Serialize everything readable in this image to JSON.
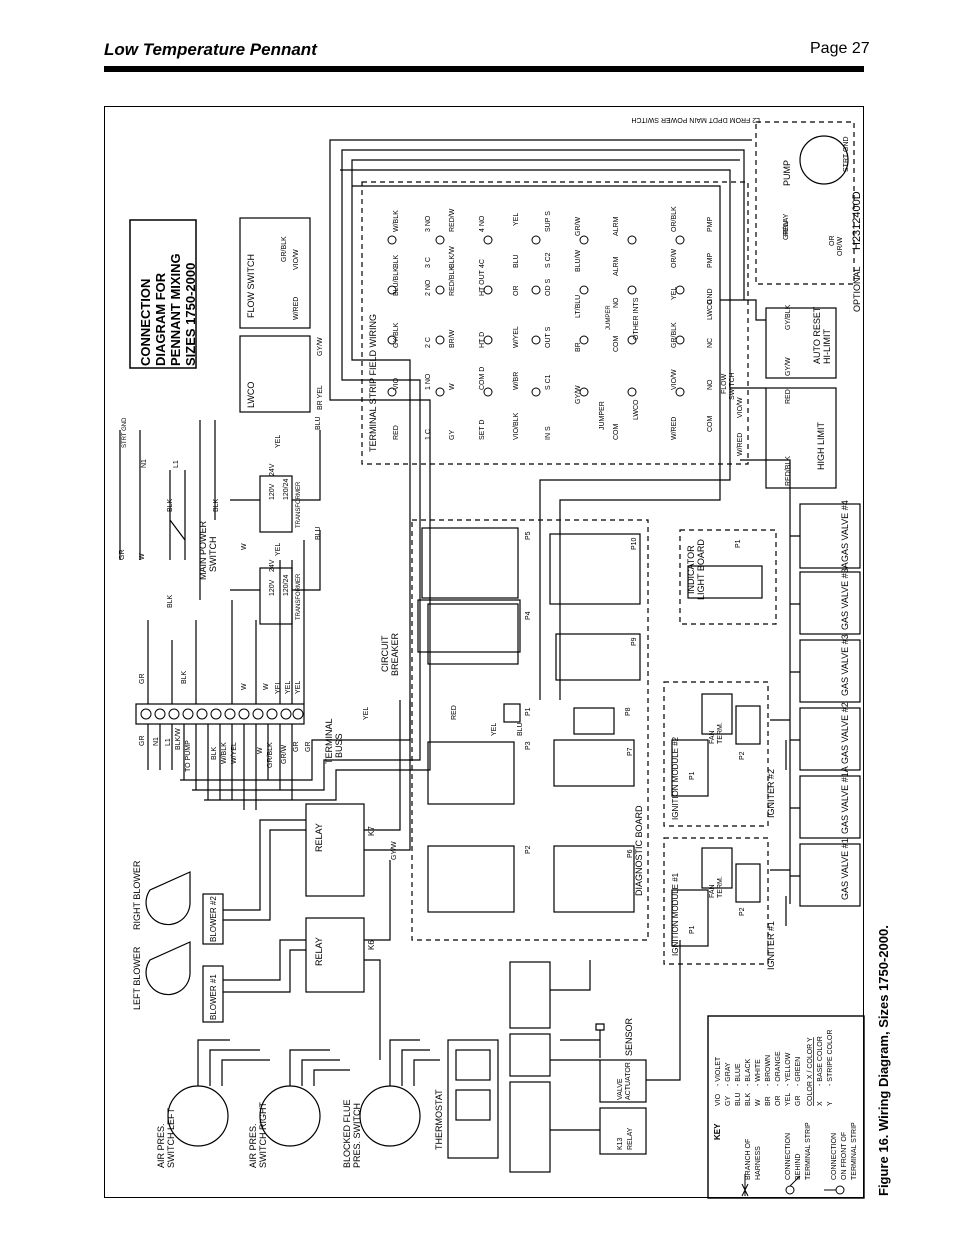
{
  "header": {
    "title": "Low Temperature Pennant",
    "page": "Page 27"
  },
  "figure": {
    "caption": "Figure 16.  Wiring Diagram, Sizes 1750-2000.",
    "doc_number": "H2312400D",
    "connection_title": [
      "CONNECTION",
      "DIAGRAM FOR",
      "PENNANT MIXING",
      "SIZES 1750-2000"
    ]
  },
  "components": {
    "flow_switch": "FLOW SWITCH",
    "lwco": "LWCO",
    "terminal_strip": "TERMINAL STRIP FIELD WIRING",
    "auto_reset": [
      "AUTO RESET",
      "HI-LIMIT"
    ],
    "high_limit": "HIGH LIMIT",
    "pump": "PUMP",
    "relay": "RELAY",
    "optional": "OPTIONAL",
    "strt_gnd": "STRT GND",
    "l2_note": "L2 FROM DPDT MAIN POWER SWITCH",
    "main_power": [
      "MAIN POWER",
      "SWITCH"
    ],
    "transformer": "TRANSFORMER",
    "circuit_breaker": [
      "CIRCUIT",
      "BREAKER"
    ],
    "terminal_buss": [
      "TERMINAL",
      "BUSS"
    ],
    "indicator_light_board": [
      "INDICATOR",
      "LIGHT BOARD"
    ],
    "diagnostic_board": "DIAGNOSTIC BOARD",
    "ignition_module_1": "IGNITION MODULE #1",
    "ignition_module_2": "IGNITION MODULE #2",
    "igniter_1": "IGNITER #1",
    "igniter_2": "IGNITER #2",
    "fan_term": [
      "FAN",
      "TERM."
    ],
    "gas_valves": [
      "GAS VALVE #1",
      "GAS VALVE #1A",
      "GAS VALVE #2",
      "GAS VALVE #3",
      "GAS VALVE #3A",
      "GAS VALVE #4"
    ],
    "left_blower": "LEFT BLOWER",
    "right_blower": "RIGHT BLOWER",
    "blower_1": "BLOWER #1",
    "blower_2": "BLOWER #2",
    "relay_k6": "K6",
    "relay_k7": "K7",
    "air_pres_left": [
      "AIR PRES.",
      "SWITCH LEFT"
    ],
    "air_pres_right": [
      "AIR PRES.",
      "SWITCH RIGHT"
    ],
    "blocked_flue": [
      "BLOCKED FLUE",
      "PRES. SWITCH"
    ],
    "thermostat": "THERMOSTAT",
    "sensor": "SENSOR",
    "valve_actuator": [
      "VALVE",
      "ACTUATOR"
    ],
    "k13_relay": [
      "K13",
      "RELAY"
    ]
  },
  "terminal_strip": {
    "row1_wires": [
      "RED",
      "VIO",
      "GY/BLK",
      "BLU/BLK",
      "BLK",
      "W/BLK"
    ],
    "row1_terms": [
      "1 C",
      "1 NO",
      "2 C",
      "2 NO",
      "3 C",
      "3 NO"
    ],
    "row2_wires": [
      "GY",
      "W",
      "BR/W",
      "RED/BLK",
      "BLK/W",
      "RED/W"
    ],
    "row2_terms": [
      "SET D",
      "COM D",
      "HT D",
      "HT OUT",
      "4C",
      "4 NO"
    ],
    "row3_wires": [
      "VIO/BLK",
      "W/BR",
      "W/YEL",
      "OR",
      "BLU",
      "YEL"
    ],
    "row3_terms": [
      "IN S",
      "S C1",
      "OUT S",
      "OD S",
      "S C2",
      "SUP S"
    ],
    "row4_wires": [
      "GY/W",
      "BR",
      "LT/BLU",
      "BLU/W",
      "GR/W"
    ],
    "row4_terms": [
      "COM",
      "COM",
      "NO",
      "ALRM",
      "ALRM"
    ],
    "row5_wires": [
      "W/RED",
      "VIO/W",
      "GR/BLK",
      "YEL",
      "OR/W",
      "OR/BLK"
    ],
    "row5_terms": [
      "COM",
      "NO",
      "NC",
      "GND",
      "PMP",
      "PMP"
    ],
    "row4_labels": [
      "JUMPER",
      "LWCO",
      "OTHER INTS",
      "JUMPER"
    ],
    "row5_labels": [
      "FLOW",
      "SWITCH",
      "LWCO",
      "W/RED",
      "VIO/W"
    ]
  },
  "terminal_buss": {
    "wires_top": [
      "GR",
      "BLK",
      "W",
      "W",
      "YEL",
      "YEL",
      "YEL"
    ],
    "wires_bottom": [
      "GR",
      "N1",
      "L1",
      "BLK/W",
      "BLK",
      "W/BLK",
      "W/YEL",
      "W",
      "GR/BLK",
      "GR/W",
      "GR",
      "GR"
    ],
    "pump_label": "TO PUMP"
  },
  "key": {
    "title": "KEY",
    "legend": [
      [
        "VIO",
        "- VIOLET"
      ],
      [
        "GY",
        "- GRAY"
      ],
      [
        "BLU",
        "- BLUE"
      ],
      [
        "BLK",
        "- BLACK"
      ],
      [
        "W",
        "- WHITE"
      ],
      [
        "BR",
        "- BROWN"
      ],
      [
        "OR",
        "- ORANGE"
      ],
      [
        "YEL",
        "- YELLOW"
      ],
      [
        "GR",
        "- GREEN"
      ]
    ],
    "color_xy": "COLOR X / COLOR Y",
    "base": [
      "X",
      "- BASE COLOR"
    ],
    "stripe": [
      "Y",
      "- STRIPE COLOR"
    ],
    "symbols": [
      [
        "BRANCH OF",
        "HARNESS"
      ],
      [
        "CONNECTION",
        "BEHIND",
        "TERMINAL STRIP"
      ],
      [
        "CONNECTION",
        "ON FRONT OF",
        "TERMINAL STRIP"
      ]
    ]
  },
  "wire_labels": {
    "transformer_upper": [
      "120V",
      "24V",
      "120/24",
      "YEL",
      "BLU"
    ],
    "transformer_lower": [
      "120V",
      "24V",
      "120/24",
      "YEL",
      "BLU"
    ],
    "main_lines": [
      "GR",
      "W",
      "BLK",
      "N1",
      "L1",
      "BLK",
      "BLK",
      "W"
    ],
    "misc": [
      "RED",
      "YEL",
      "BLU",
      "YEL",
      "GR/W",
      "GY/W",
      "OR",
      "OR/W",
      "BR YEL",
      "GY/W",
      "W/RED",
      "VIO/W",
      "GR/BLK",
      "RED/BLK",
      "RED",
      "GY/BLK",
      "GY/W"
    ]
  },
  "connectors": {
    "diag": [
      "P1",
      "P2",
      "P3",
      "P4",
      "P5",
      "P6",
      "P7",
      "P8",
      "P9",
      "P10"
    ],
    "ign": [
      "P1",
      "P2"
    ]
  }
}
